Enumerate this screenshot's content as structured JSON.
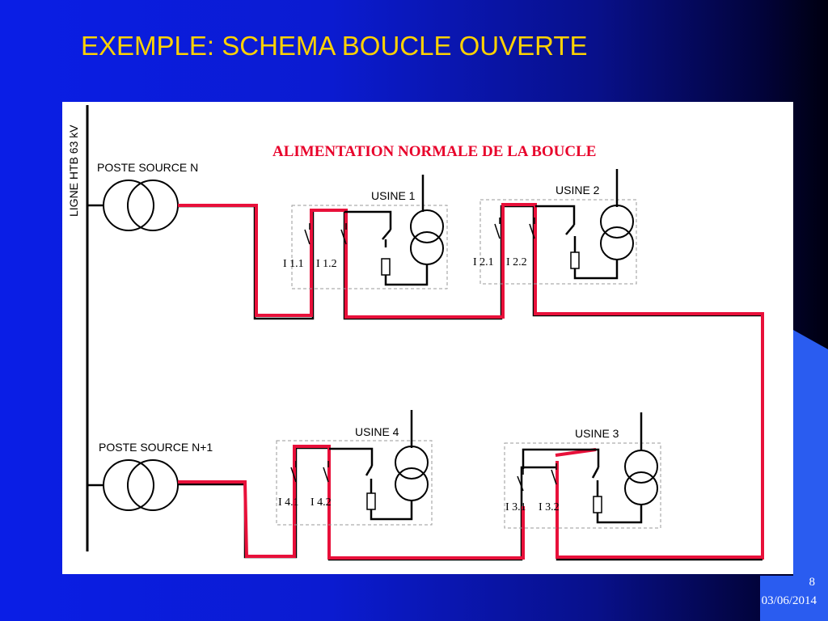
{
  "slide": {
    "title": "EXEMPLE: SCHEMA BOUCLE OUVERTE",
    "page_number": "8",
    "date": "03/06/2014"
  },
  "diagram": {
    "heading": "ALIMENTATION NORMALE DE LA BOUCLE",
    "line_label": "LIGNE HTB 63 kV",
    "sources": [
      {
        "label": "POSTE SOURCE N"
      },
      {
        "label": "POSTE SOURCE N+1"
      }
    ],
    "usines": [
      {
        "label": "USINE 1",
        "switch_a": "I 1.1",
        "switch_b": "I 1.2"
      },
      {
        "label": "USINE 2",
        "switch_a": "I 2.1",
        "switch_b": "I 2.2"
      },
      {
        "label": "USINE 3",
        "switch_a": "I 3.1",
        "switch_b": "I 3.2"
      },
      {
        "label": "USINE 4",
        "switch_a": "I 4.1",
        "switch_b": "I 4.2"
      }
    ]
  },
  "colors": {
    "title": "#ffd200",
    "feed_line": "#e8103a",
    "heading": "#e8002a"
  }
}
